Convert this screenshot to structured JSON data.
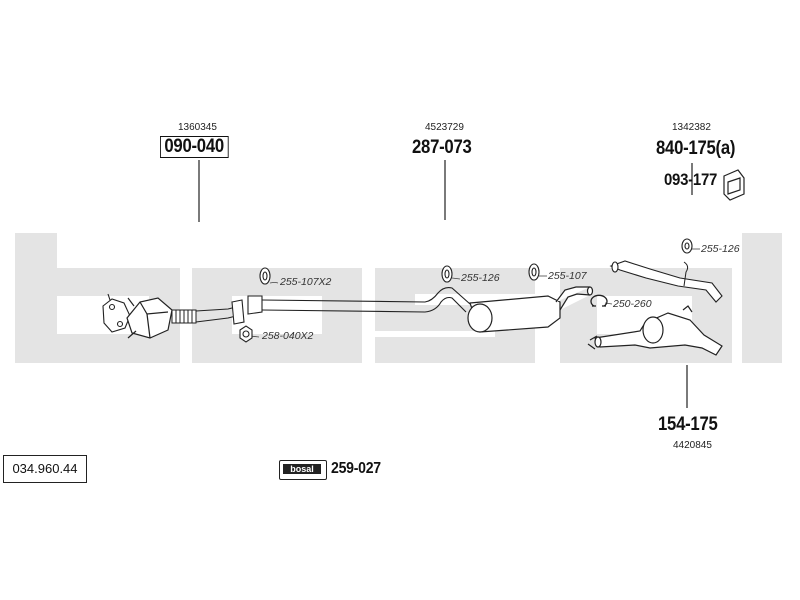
{
  "catalog_number": "034.960.44",
  "groups": {
    "catalyst": {
      "ref": "1360345",
      "part": "090-040"
    },
    "middle": {
      "ref": "4523729",
      "part": "287-073"
    },
    "rear_bracket": {
      "ref": "1342382",
      "part": "840-175(a)",
      "sub_part": "093-177"
    },
    "rear_silencer": {
      "ref": "4420845",
      "part": "154-175"
    }
  },
  "fittings": {
    "hanger_front": "255-107X2",
    "nut_front": "258-040X2",
    "hanger_middle": "255-126",
    "hanger_rear_mid": "255-107",
    "clamp": "250-260",
    "hanger_rear": "255-126"
  },
  "mounting_kit": {
    "logo": "bosal",
    "part": "259-027"
  },
  "colors": {
    "watermark": "#e4e4e4",
    "line": "#222222"
  }
}
